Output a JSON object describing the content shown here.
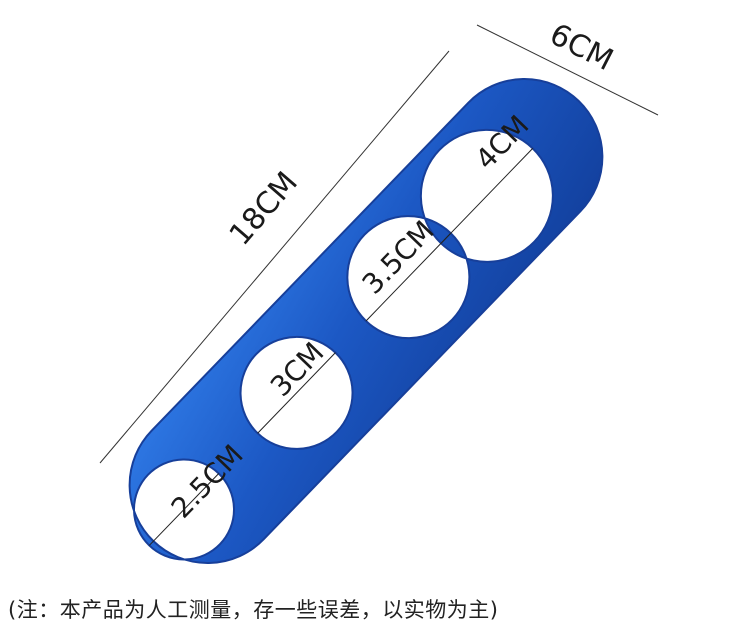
{
  "labels": {
    "length": "18CM",
    "width": "6CM",
    "hole_4": "4CM",
    "hole_3_5": "3.5CM",
    "hole_3": "3CM",
    "hole_2_5": "2.5CM"
  },
  "note": "(注：本产品为人工测量，存一些误差，以实物为主)",
  "colors": {
    "plate": "#1f5ec9",
    "plate_edge": "#173f9a",
    "background": "#ffffff",
    "text": "#1a1a1a"
  }
}
